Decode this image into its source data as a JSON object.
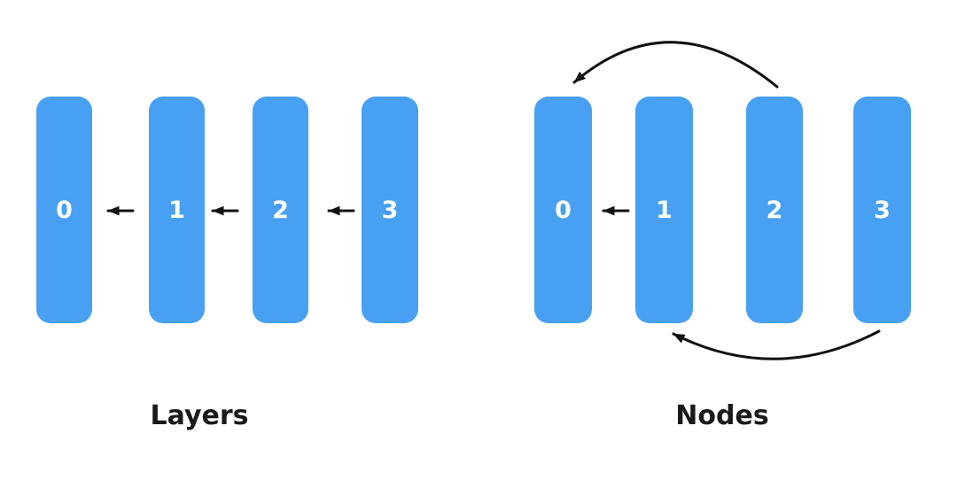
{
  "theme": {
    "background": "#ffffff",
    "pill_color": "#47a0f2",
    "pill_text_color": "#ffffff",
    "arrow_color": "#111111",
    "label_color": "#1a1a1a"
  },
  "groups": [
    {
      "id": "layers",
      "title": "Layers",
      "pills": [
        {
          "label": "0"
        },
        {
          "label": "1"
        },
        {
          "label": "2"
        },
        {
          "label": "3"
        }
      ],
      "edges": [
        {
          "from": "1",
          "to": "0",
          "style": "straight-arrow-left"
        },
        {
          "from": "2",
          "to": "1",
          "style": "straight-arrow-left"
        },
        {
          "from": "3",
          "to": "2",
          "style": "straight-arrow-left"
        }
      ]
    },
    {
      "id": "nodes",
      "title": "Nodes",
      "pills": [
        {
          "label": "0"
        },
        {
          "label": "1"
        },
        {
          "label": "2"
        },
        {
          "label": "3"
        }
      ],
      "edges": [
        {
          "from": "1",
          "to": "0",
          "style": "straight-arrow-left"
        },
        {
          "from": "2",
          "to": "0",
          "style": "curved-arrow-over-top"
        },
        {
          "from": "3",
          "to": "1",
          "style": "curved-arrow-under-bottom"
        }
      ]
    }
  ]
}
